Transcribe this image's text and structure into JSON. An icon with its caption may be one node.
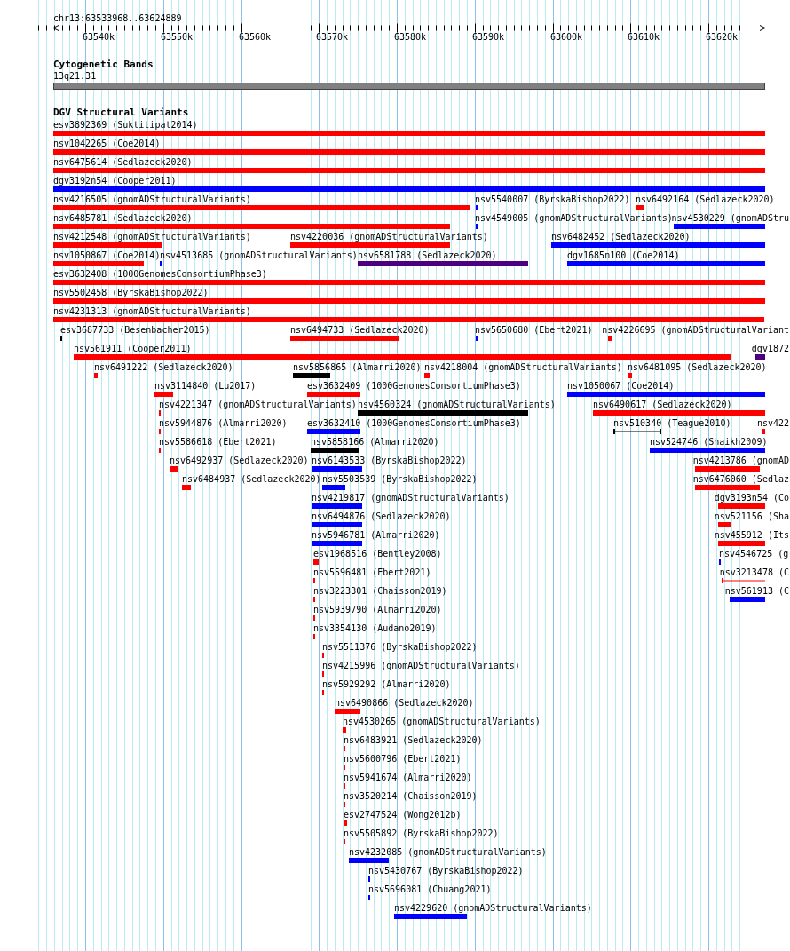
{
  "diagram": {
    "labels": [
      "chr13:63533968..63624889",
      "63540k",
      "63550k",
      "63560k",
      "63570k",
      "63580k",
      "63590k",
      "63600k",
      "63610k",
      "63620k",
      "Cytogenetic Bands",
      "13q21.31",
      "DGV Structural Variants",
      "esv3892369 (Suktitipat2014)",
      "nsv1042265 (Coe2014)",
      "nsv6475614 (Sedlazeck2020)",
      "dgv3192n54 (Cooper2011)",
      "nsv4216505 (gnomADStructuralVariants)",
      "nsv5540007 (ByrskaBishop2022)",
      "nsv6492164 (Sedlazeck2020)",
      "nsv6485781 (Sedlazeck2020)",
      "nsv4549005 (gnomADStructuralVariants)",
      "nsv4530229 (gnomADStru",
      "nsv4212548 (gnomADStructuralVariants)",
      "nsv4220036 (gnomADStructuralVariants)",
      "nsv6482452 (Sedlazeck2020)",
      "nsv1050867 (Coe2014)",
      "nsv4513685 (gnomADStructuralVariants)",
      "nsv6581788 (Sedlazeck2020)",
      "dgv1685n100 (Coe2014)",
      "esv3632408 (1000GenomesConsortiumPhase3)",
      "nsv5502458 (ByrskaBishop2022)",
      "nsv4231313 (gnomADStructuralVariants)",
      "esv3687733 (Besenbacher2015)",
      "nsv6494733 (Sedlazeck2020)",
      "nsv5650680 (Ebert2021)",
      "nsv4226695 (gnomADStructuralVariant",
      "nsv561911 (Cooper2011)",
      "dgv1872",
      "nsv6491222 (Sedlazeck2020)",
      "nsv5856865 (Almarri2020)",
      "nsv4218004 (gnomADStructuralVariants)",
      "nsv6481095 (Sedlazeck2020)",
      "nsv3114840 (Lu2017)",
      "esv3632409 (1000GenomesConsortiumPhase3)",
      "nsv1050067 (Coe2014)",
      "nsv4221347 (gnomADStructuralVariants)",
      "nsv4560324 (gnomADStructuralVariants)",
      "nsv6490617 (Sedlazeck2020)",
      "nsv5944876 (Almarri2020)",
      "esv3632410 (1000GenomesConsortiumPhase3)",
      "nsv510340 (Teague2010)",
      "nsv422",
      "nsv5586618 (Ebert2021)",
      "nsv5858166 (Almarri2020)",
      "nsv524746 (Shaikh2009)",
      "nsv6492937 (Sedlazeck2020)",
      "nsv6143533 (ByrskaBishop2022)",
      "nsv4213786 (gnomAD",
      "nsv6484937 (Sedlazeck2020)",
      "nsv5503539 (ByrskaBishop2022)",
      "nsv6476060 (Sedlaz",
      "nsv4219817 (gnomADStructuralVariants)",
      "dgv3193n54 (Co",
      "nsv6494876 (Sedlazeck2020)",
      "nsv521156 (Sha",
      "nsv5946781 (Almarri2020)",
      "nsv455912 (Its",
      "esv1968516 (Bentley2008)",
      "nsv4546725 (g",
      "nsv5596481 (Ebert2021)",
      "nsv3213478 (C",
      "nsv3223301 (Chaisson2019)",
      "nsv561913 (C",
      "nsv5939790 (Almarri2020)",
      "nsv3354130 (Audano2019)",
      "nsv5511376 (ByrskaBishop2022)",
      "nsv4215996 (gnomADStructuralVariants)",
      "nsv5929292 (Almarri2020)",
      "nsv6490866 (Sedlazeck2020)",
      "nsv4530265 (gnomADStructuralVariants)",
      "nsv6483921 (Sedlazeck2020)",
      "nsv5600796 (Ebert2021)",
      "nsv5941674 (Almarri2020)",
      "nsv3520214 (Chaisson2019)",
      "esv2747524 (Wong2012b)",
      "nsv5505892 (ByrskaBishop2022)",
      "nsv4232085 (gnomADStructuralVariants)",
      "nsv5430767 (ByrskaBishop2022)",
      "nsv5696081 (Chuang2021)",
      "nsv4229620 (gnomADStructuralVariants)"
    ]
  }
}
